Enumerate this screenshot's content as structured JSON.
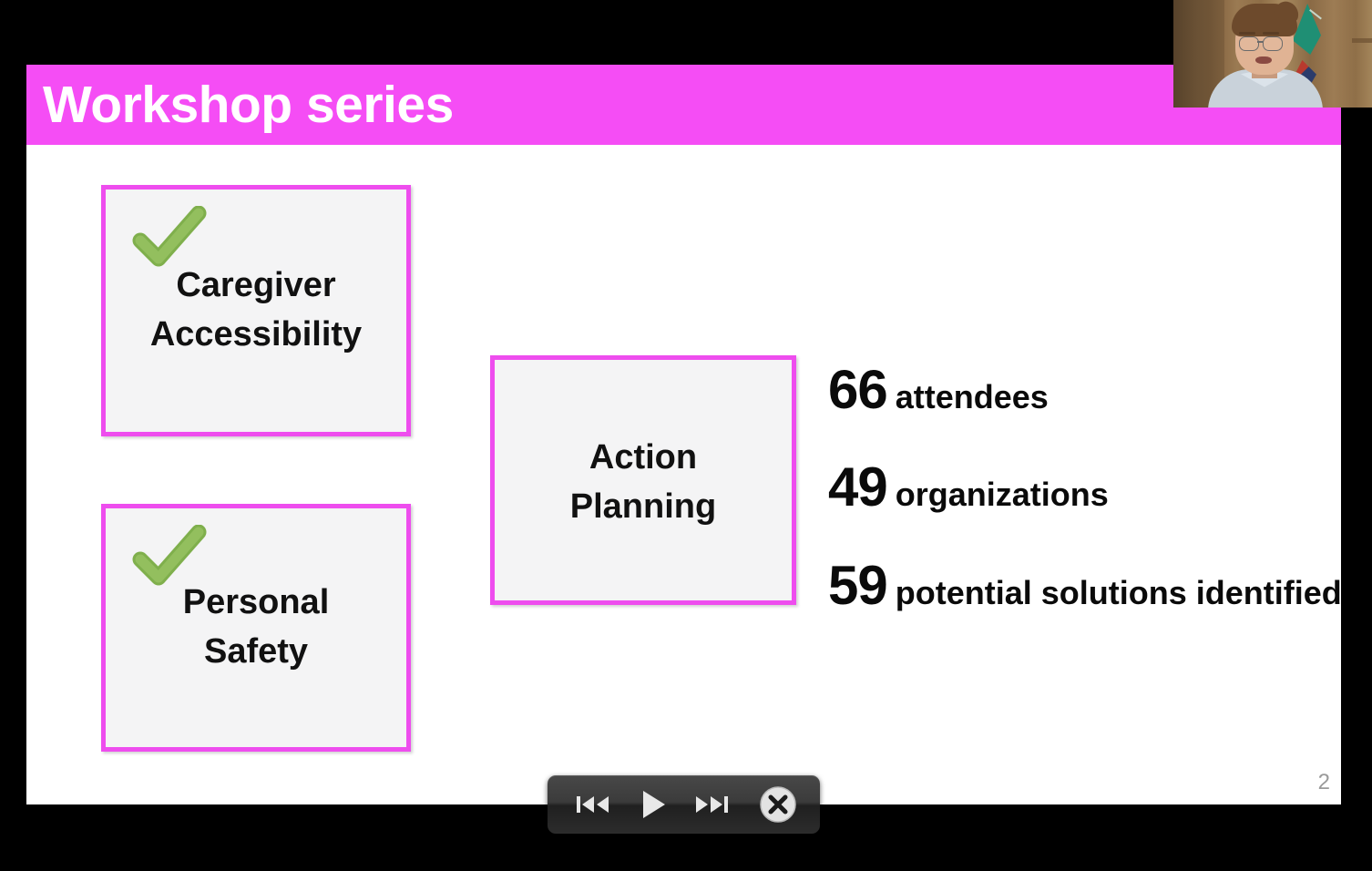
{
  "slide": {
    "title": "Workshop series",
    "page_number": "2",
    "accent_color": "#F54DF5",
    "card_border_color": "#EE4DEE",
    "card_fill_color": "#F4F4F5",
    "check_color": "#7FAF4C",
    "cards": [
      {
        "name": "caregiver-accessibility",
        "label": "Caregiver\nAccessibility",
        "has_check": true
      },
      {
        "name": "personal-safety",
        "label": "Personal\nSafety",
        "has_check": true
      },
      {
        "name": "action-planning",
        "label": "Action\nPlanning",
        "has_check": false
      }
    ],
    "stats": [
      {
        "value": "66",
        "label": "attendees"
      },
      {
        "value": "49",
        "label": "organizations"
      },
      {
        "value": "59",
        "label": "potential solutions identified"
      }
    ]
  },
  "media_controls": {
    "previous_icon": "rewind-icon",
    "play_icon": "play-icon",
    "next_icon": "fast-forward-icon",
    "close_icon": "close-circle-icon"
  },
  "webcam": {
    "label": "presenter-video"
  }
}
